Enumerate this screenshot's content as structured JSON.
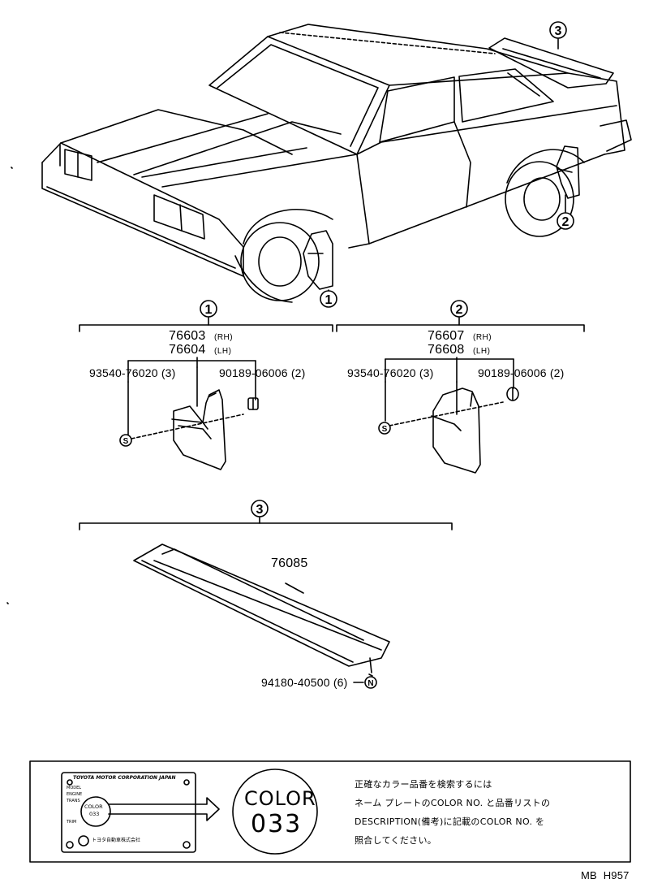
{
  "callouts": [
    "1",
    "2",
    "3",
    "S",
    "N"
  ],
  "group1": {
    "part_rh": "76603",
    "tag_rh": "(RH)",
    "part_lh": "76604",
    "tag_lh": "(LH)",
    "screw": "93540-76020 (3)",
    "clip": "90189-06006 (2)"
  },
  "group2": {
    "part_rh": "76607",
    "tag_rh": "(RH)",
    "part_lh": "76608",
    "tag_lh": "(LH)",
    "screw": "93540-76020 (3)",
    "clip": "90189-06006 (2)"
  },
  "group3": {
    "part": "76085",
    "bolt": "94180-40500 (6)"
  },
  "color_box": {
    "plate_header": "TOYOTA MOTOR CORPORATION JAPAN",
    "plate_rows": [
      "MODEL",
      "ENGINE",
      "TRANS",
      "TRIM"
    ],
    "plate_small_word": "COLOR",
    "plate_small_num": "033",
    "plate_footer": "トヨタ自動車株式会社",
    "color_word": "COLOR",
    "color_number": "033",
    "note_lines": [
      "正確なカラー品番を検索するには",
      "ネーム プレートのCOLOR NO. と品番リストの",
      "DESCRIPTION(備考)に記載のCOLOR NO. を",
      "照合してください。"
    ]
  },
  "footer_code": "MB H957"
}
